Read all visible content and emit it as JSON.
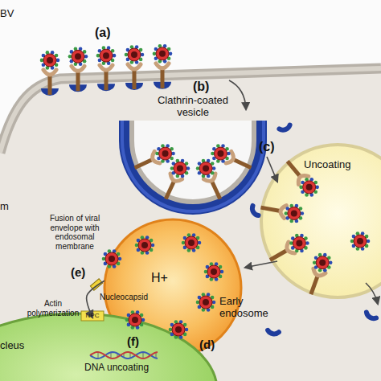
{
  "diagram": {
    "nodes": [
      {
        "text": [
          "Clathrin-coated vesicle"
        ]
      },
      {
        "text": [
          "Uncoating"
        ]
      },
      {
        "text": [
          "H+",
          "Early endosome"
        ]
      },
      {
        "text": [
          "cleus",
          "DNA uncoating"
        ]
      }
    ],
    "edges": [
      {
        "from": 0,
        "to": 1,
        "arrow": "to"
      },
      {
        "from": 1,
        "to": 2,
        "arrow": "to"
      },
      {
        "from": 2,
        "to": 3,
        "arrow": "to"
      }
    ],
    "labels": [
      "BV",
      "(a)",
      "(b)",
      "(c)",
      "m",
      "Fusion of viral envelope with endosomal membrane",
      "(e)",
      "Nucleocapsid",
      "(d)",
      "Actin polymerization",
      "NPC",
      "(f)"
    ]
  }
}
